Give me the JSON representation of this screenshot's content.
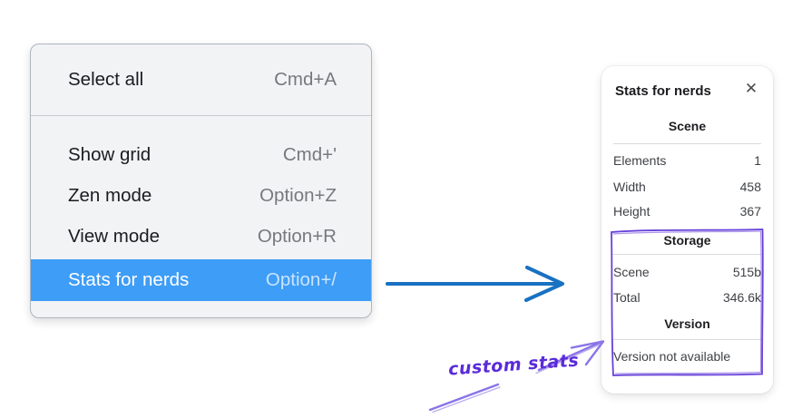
{
  "menu": {
    "items": [
      {
        "label": "Select all",
        "shortcut": "Cmd+A",
        "selected": false
      },
      {
        "label": "Show grid",
        "shortcut": "Cmd+'",
        "selected": false
      },
      {
        "label": "Zen mode",
        "shortcut": "Option+Z",
        "selected": false
      },
      {
        "label": "View mode",
        "shortcut": "Option+R",
        "selected": false
      },
      {
        "label": "Stats for nerds",
        "shortcut": "Option+/",
        "selected": true
      }
    ]
  },
  "stats_panel": {
    "title": "Stats for nerds",
    "sections": [
      {
        "heading": "Scene",
        "rows": [
          {
            "label": "Elements",
            "value": "1"
          },
          {
            "label": "Width",
            "value": "458"
          },
          {
            "label": "Height",
            "value": "367"
          }
        ]
      },
      {
        "heading": "Storage",
        "rows": [
          {
            "label": "Scene",
            "value": "515b"
          },
          {
            "label": "Total",
            "value": "346.6k"
          }
        ]
      },
      {
        "heading": "Version",
        "note": "Version not available"
      }
    ]
  },
  "annotation": {
    "label": "custom stats"
  },
  "icons": {
    "close": "✕"
  },
  "colors": {
    "menu_highlight": "#3e9df6",
    "arrow_blue": "#1971c2",
    "sketch_violet": "#6741d9",
    "annotation_arrow_violet": "#8b74e6",
    "annotation_text_violet": "#5b2bd9"
  }
}
